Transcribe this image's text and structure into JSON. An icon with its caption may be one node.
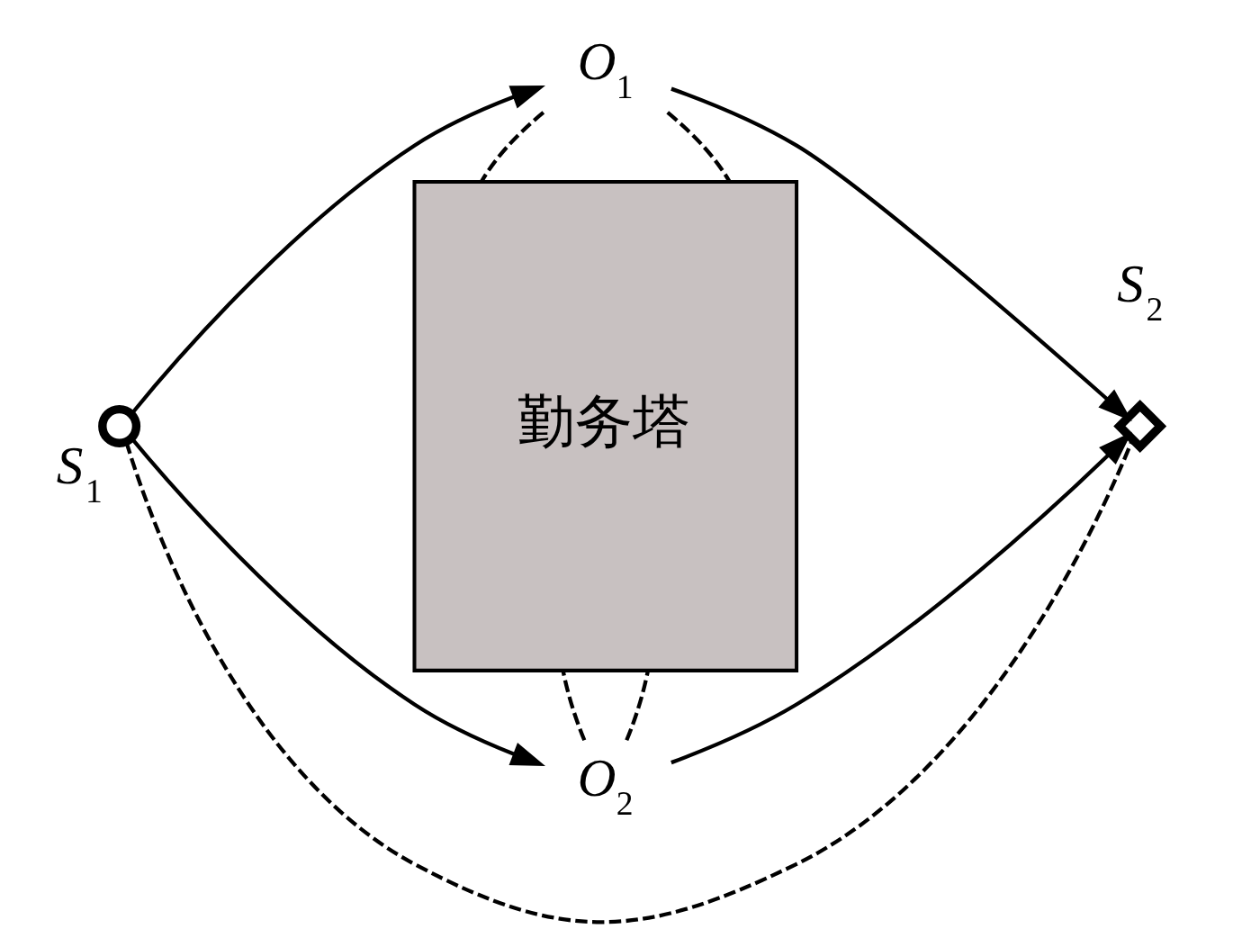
{
  "diagram": {
    "nodes": [
      {
        "text": [],
        "shape": "circle",
        "beside": [
          "*S*$_{1}$"
        ]
      },
      {
        "text": [
          "*O*$_{1}$"
        ]
      },
      {
        "text": [
          "勤务塔"
        ]
      },
      {
        "text": [
          "*O*$_{2}$"
        ]
      },
      {
        "text": [],
        "shape": "diamond",
        "beside": [
          "*S*$_{2}$"
        ]
      }
    ],
    "edges": [
      {
        "from": 0,
        "to": 1,
        "arrow": "to"
      },
      {
        "from": 1,
        "to": 4,
        "arrow": "to"
      },
      {
        "from": 0,
        "to": 3,
        "arrow": "to"
      },
      {
        "from": 3,
        "to": 4,
        "arrow": "to"
      },
      {
        "from": 0,
        "to": 4,
        "arrow": "none",
        "style": "dashed"
      },
      {
        "from": 1,
        "to": 2,
        "arrow": "none",
        "style": "dashed"
      },
      {
        "from": 1,
        "to": 2,
        "arrow": "none",
        "style": "dashed"
      },
      {
        "from": 3,
        "to": 2,
        "arrow": "none",
        "style": "dashed"
      },
      {
        "from": 3,
        "to": 2,
        "arrow": "none",
        "style": "dashed"
      }
    ]
  }
}
